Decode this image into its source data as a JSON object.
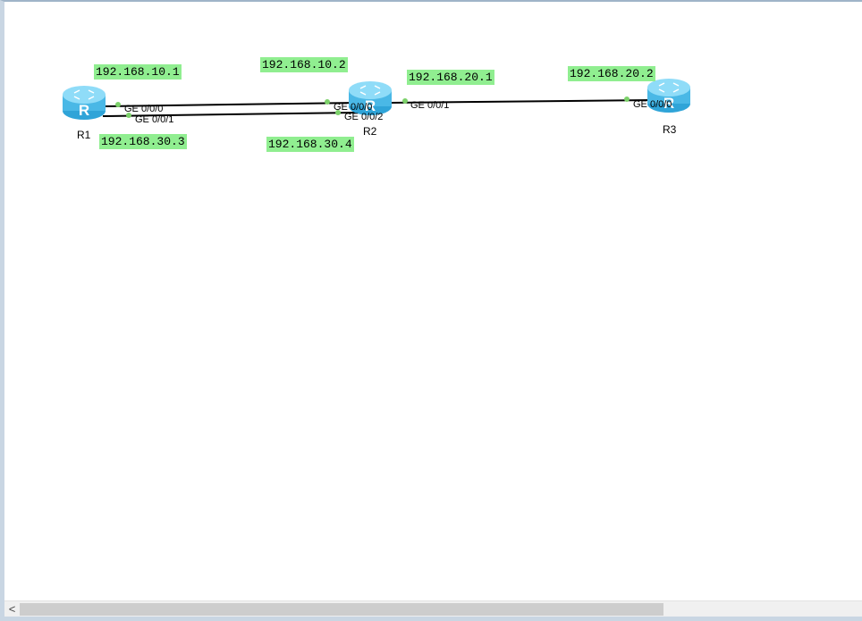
{
  "routers": [
    {
      "id": "R1",
      "label": "R1",
      "icon": "router-icon"
    },
    {
      "id": "R2",
      "label": "R2",
      "icon": "router-icon"
    },
    {
      "id": "R3",
      "label": "R3",
      "icon": "router-icon"
    }
  ],
  "links": [
    {
      "from": "R1",
      "to": "R2",
      "from_port": "GE 0/0/0",
      "to_port": "GE 0/0/0",
      "from_ip": "192.168.10.1",
      "to_ip": "192.168.10.2"
    },
    {
      "from": "R1",
      "to": "R2",
      "from_port": "GE 0/0/1",
      "to_port": "GE 0/0/2",
      "from_ip": "192.168.30.3",
      "to_ip": "192.168.30.4"
    },
    {
      "from": "R2",
      "to": "R3",
      "from_port": "GE 0/0/1",
      "to_port": "GE 0/0/0",
      "from_ip": "192.168.20.1",
      "to_ip": "192.168.20.2"
    }
  ],
  "colors": {
    "ip_label_bg": "#90ee90",
    "port_dot": "#7cd16a",
    "router": "#5bc8f0",
    "link": "#000000"
  },
  "scrollbar": {
    "left_arrow": "<"
  }
}
